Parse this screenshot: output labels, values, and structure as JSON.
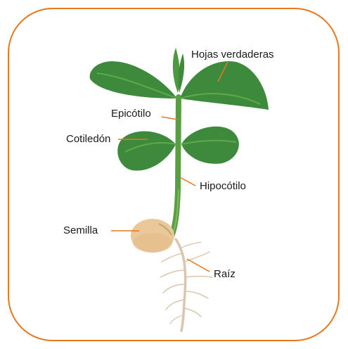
{
  "labels": {
    "hojas_verdaderas": "Hojas verdaderas",
    "epicotilo": "Epicótilo",
    "cotiledon": "Cotiledón",
    "hipocotilo": "Hipocótilo",
    "semilla": "Semilla",
    "raiz": "Raíz"
  },
  "colors": {
    "frame": "#e8761c",
    "leader": "#e8761c",
    "leaf_dark": "#3e8a3c",
    "leaf_light": "#5daa4a",
    "stem": "#5a9e44",
    "seed": "#eac89a",
    "root": "#d9c6ad"
  }
}
